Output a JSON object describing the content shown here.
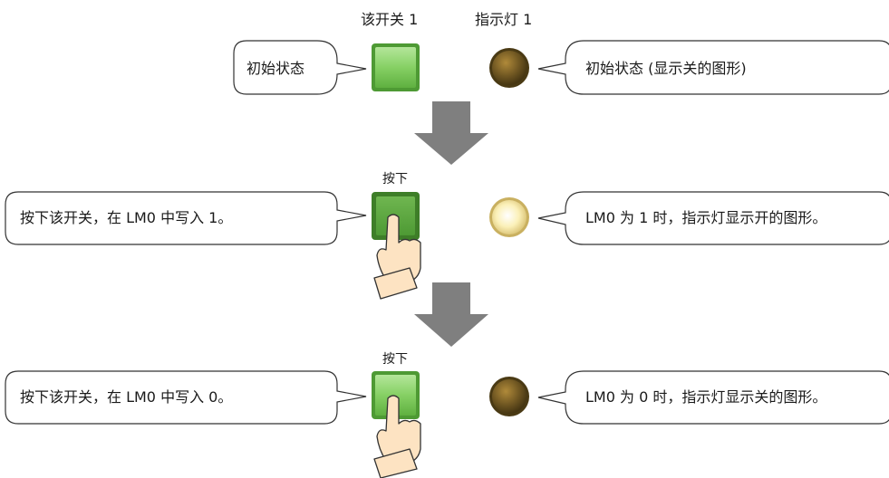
{
  "header": {
    "switch_label": "该开关 1",
    "lamp_label": "指示灯 1"
  },
  "steps": [
    {
      "press_label": "",
      "left_text": "初始状态",
      "right_text": "初始状态 (显示关的图形)",
      "switch_state": "off",
      "lamp_state": "off"
    },
    {
      "press_label": "按下",
      "left_text": "按下该开关，在 LM0 中写入 1。",
      "right_text": "LM0 为 1 时，指示灯显示开的图形。",
      "switch_state": "pressed",
      "lamp_state": "on"
    },
    {
      "press_label": "按下",
      "left_text": "按下该开关，在 LM0 中写入 0。",
      "right_text": "LM0 为 0 时，指示灯显示关的图形。",
      "switch_state": "pressed",
      "lamp_state": "off"
    }
  ],
  "colors": {
    "switch_green": "#7cc95a",
    "lamp_off": "#6b5320",
    "lamp_on": "#f7ecb0",
    "arrow_gray": "#7f7f7f",
    "hand_fill": "#fde3c2"
  }
}
